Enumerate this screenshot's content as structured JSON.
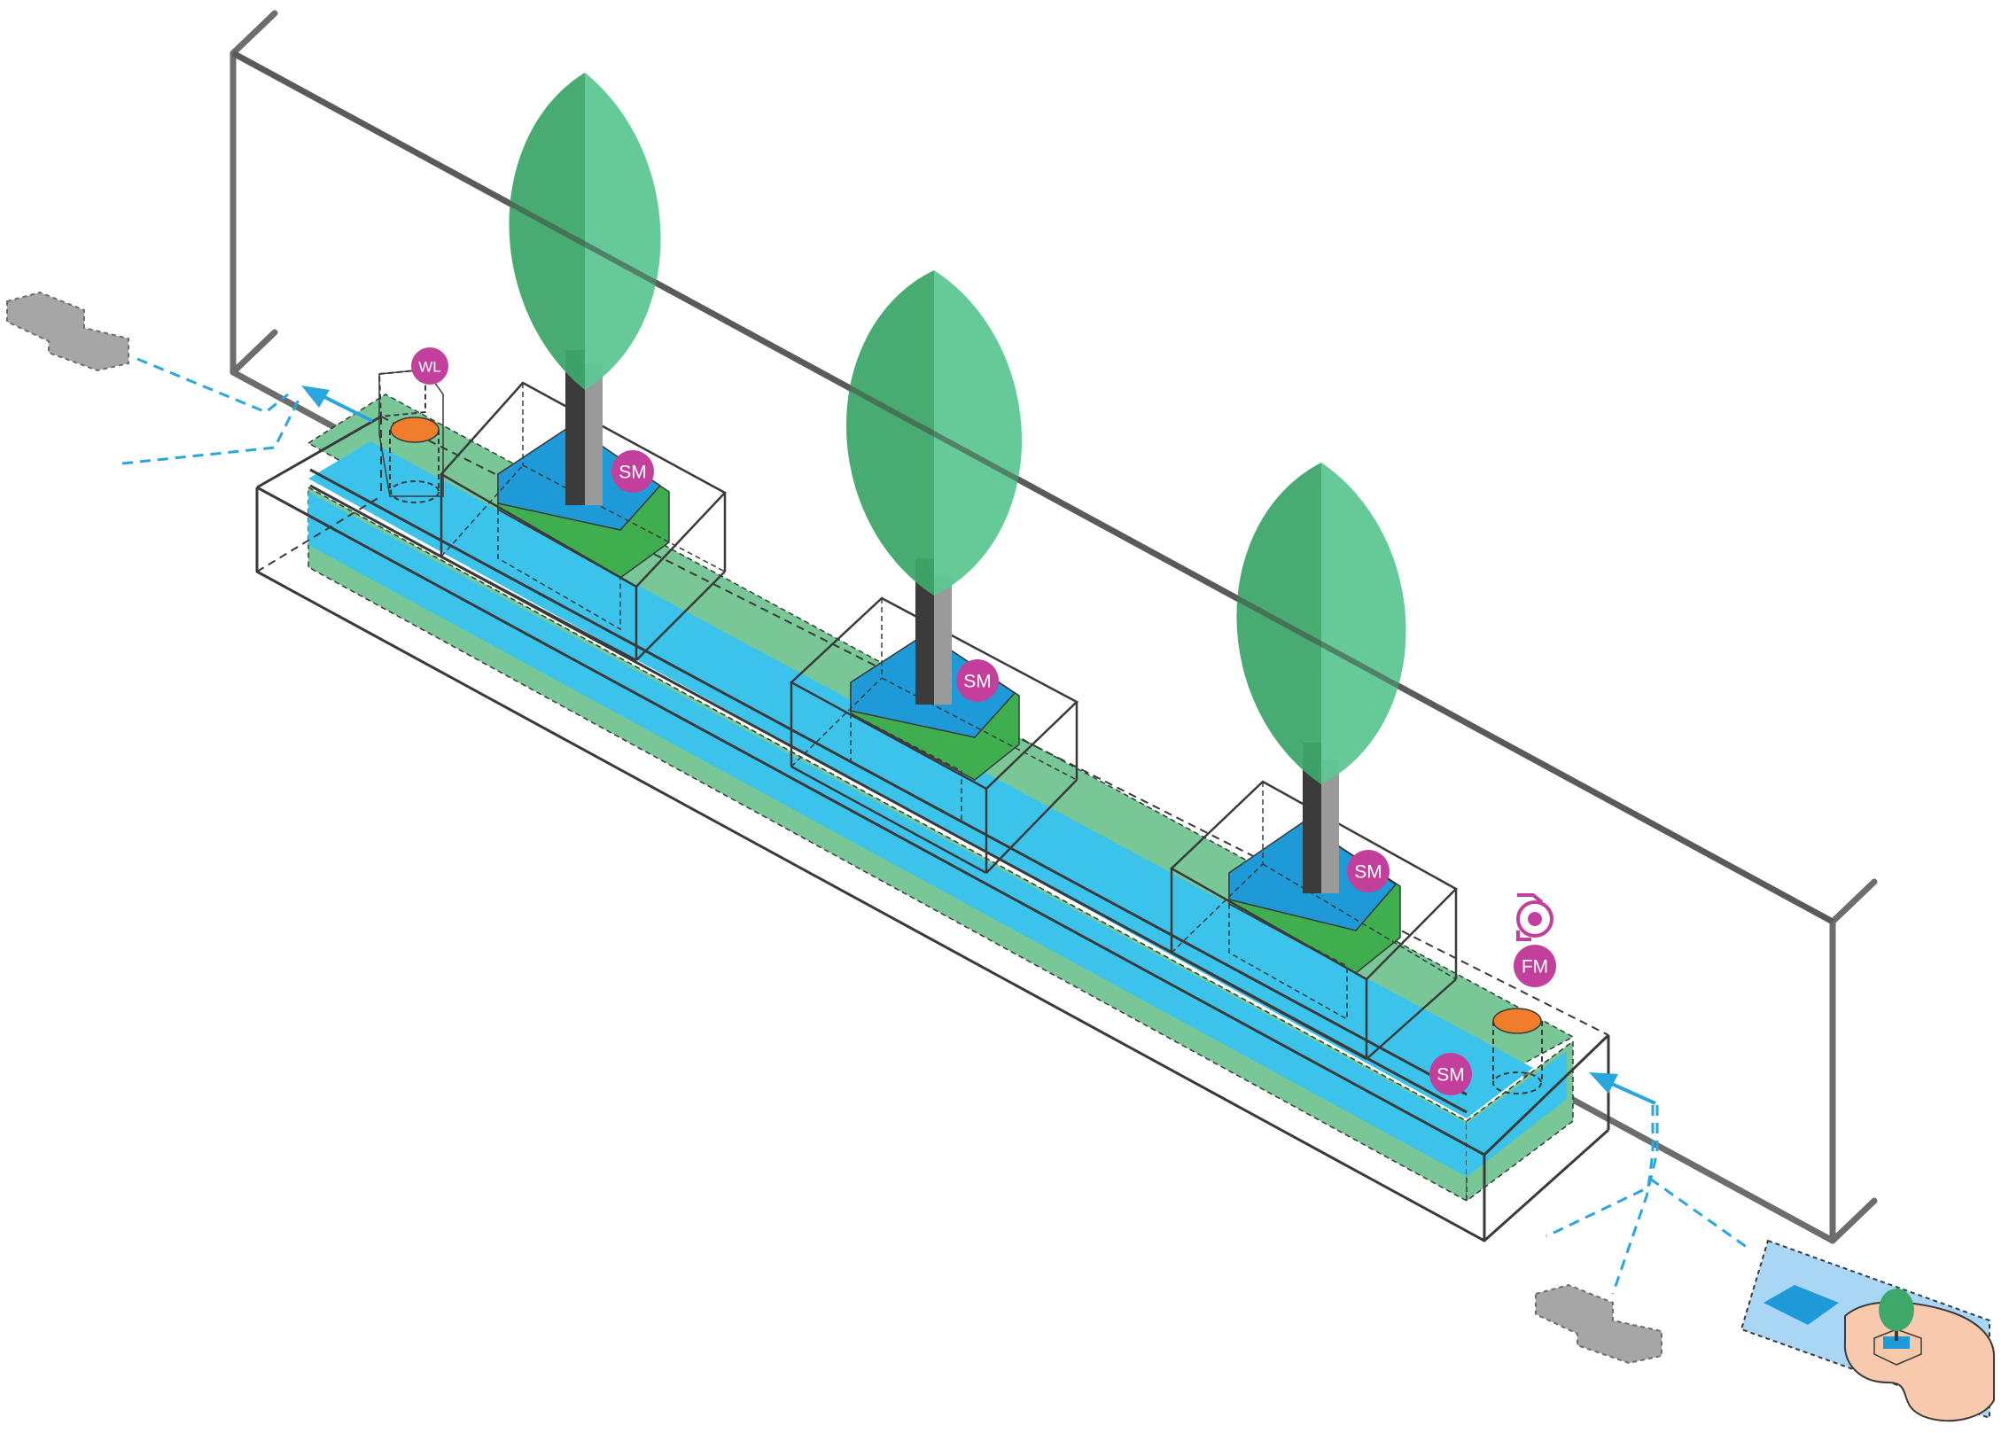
{
  "title": "",
  "colors": {
    "water": "#3cc3eb",
    "water_dark": "#1f9ad9",
    "soil": "#79c797",
    "pit_green": "#3fae4f",
    "canopy_dark": "#3ea86a",
    "canopy_light": "#5ec792",
    "trunk_dark": "#3b3b3b",
    "trunk_light": "#9a9a9a",
    "frame": "#6d6d6d",
    "outline": "#3a3a3a",
    "sensor": "#c23f9b",
    "well": "#f07d2c",
    "flow_arrow": "#2aa6de",
    "inset_water": "#a9d6f5",
    "inset_ground": "#f9c9ad"
  },
  "sensors": {
    "water_level": "WL",
    "soil_moisture_1": "SM",
    "soil_moisture_2": "SM",
    "soil_moisture_3": "SM",
    "soil_moisture_4": "SM",
    "flow_meter": "FM"
  },
  "icons": {
    "flow_meter": "flow-meter-icon",
    "roof_source_left": "roof-outline-icon",
    "roof_source_right": "roof-outline-icon",
    "site_plan": "site-plan-icon"
  }
}
